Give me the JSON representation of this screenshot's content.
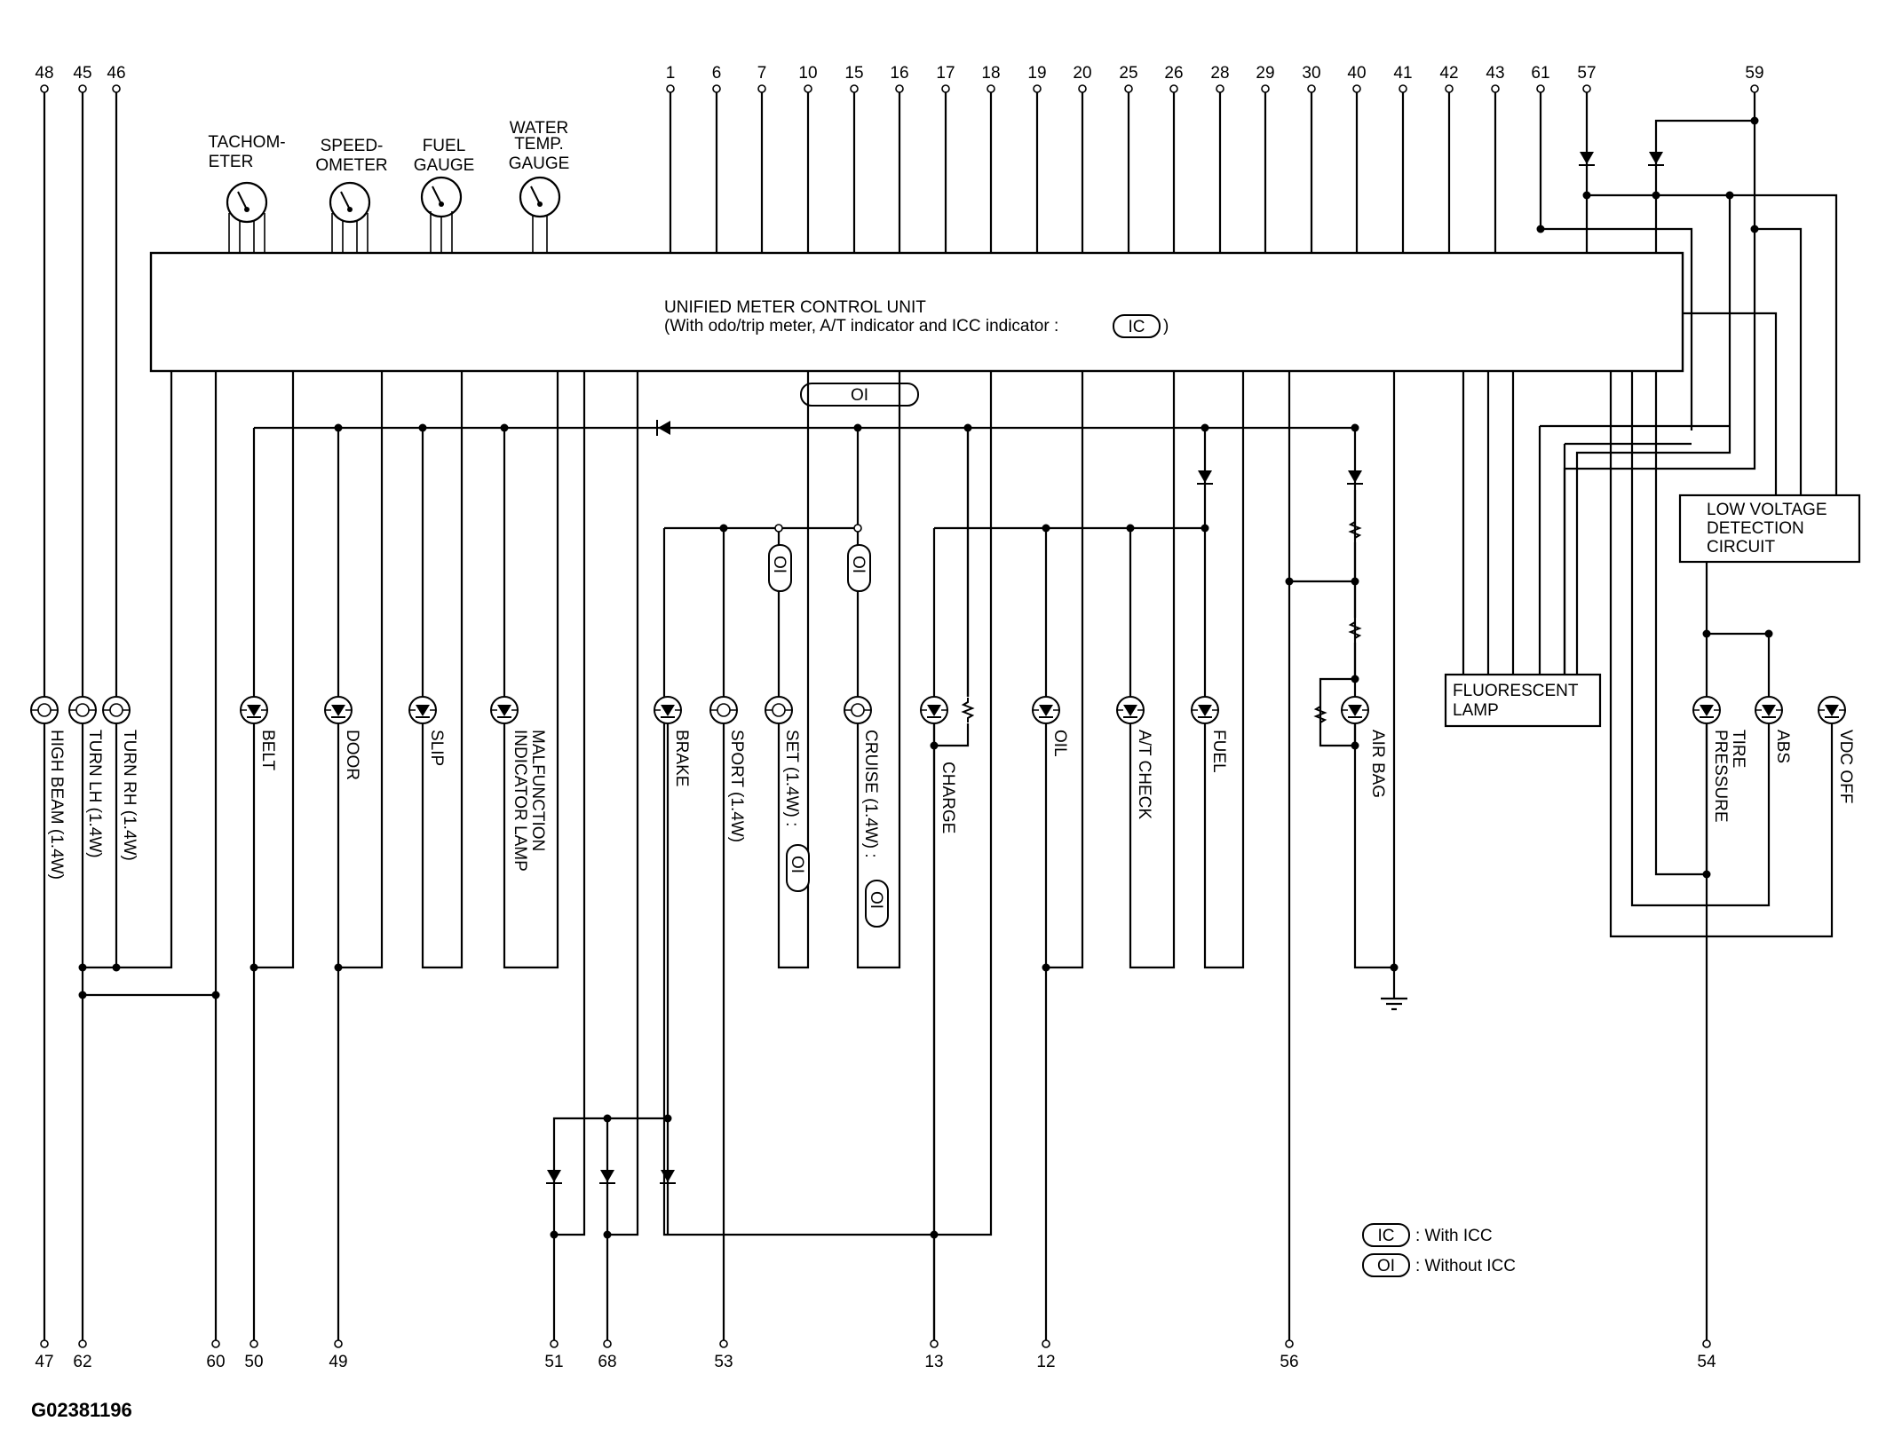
{
  "diagram_code": "G02381196",
  "control_unit": {
    "title": "UNIFIED METER CONTROL UNIT",
    "subtitle": "(With odo/trip meter, A/T indicator and ICC indicator : ",
    "subtitle_badge": "IC",
    "subtitle_end": ")"
  },
  "badges": {
    "ic": "IC",
    "oi": "OI"
  },
  "legend": [
    {
      "badge": "IC",
      "text": ": With ICC"
    },
    {
      "badge": "OI",
      "text": ": Without ICC"
    }
  ],
  "gauges": [
    {
      "line1": "TACHOM-",
      "line2": "ETER",
      "line3": ""
    },
    {
      "line1": "SPEED-",
      "line2": "OMETER",
      "line3": ""
    },
    {
      "line1": "FUEL",
      "line2": "GAUGE",
      "line3": ""
    },
    {
      "line1": "WATER",
      "line2": "TEMP.",
      "line3": "GAUGE"
    }
  ],
  "top_pins": [
    "48",
    "45",
    "46",
    "1",
    "6",
    "7",
    "10",
    "15",
    "16",
    "17",
    "18",
    "19",
    "20",
    "25",
    "26",
    "28",
    "29",
    "30",
    "40",
    "41",
    "42",
    "43",
    "61",
    "57",
    "59"
  ],
  "bottom_pins": [
    "47",
    "62",
    "60",
    "50",
    "49",
    "51",
    "68",
    "53",
    "13",
    "12",
    "56",
    "54"
  ],
  "lamps": [
    {
      "label": "HIGH BEAM (1.4W)",
      "label2": ""
    },
    {
      "label": "TURN LH (1.4W)",
      "label2": ""
    },
    {
      "label": "TURN RH (1.4W)",
      "label2": ""
    },
    {
      "label": "BELT",
      "label2": ""
    },
    {
      "label": "DOOR",
      "label2": ""
    },
    {
      "label": "SLIP",
      "label2": ""
    },
    {
      "label": "MALFUNCTION",
      "label2": "INDICATOR LAMP"
    },
    {
      "label": "BRAKE",
      "label2": ""
    },
    {
      "label": "SPORT (1.4W)",
      "label2": ""
    },
    {
      "label": "SET (1.4W) :",
      "label2": "",
      "badge": "OI"
    },
    {
      "label": "CRUISE (1.4W) :",
      "label2": "",
      "badge": "OI"
    },
    {
      "label": "CHARGE",
      "label2": ""
    },
    {
      "label": "OIL",
      "label2": ""
    },
    {
      "label": "A/T CHECK",
      "label2": ""
    },
    {
      "label": "FUEL",
      "label2": ""
    },
    {
      "label": "AIR BAG",
      "label2": ""
    },
    {
      "label": "TIRE",
      "label2": "PRESSURE"
    },
    {
      "label": "ABS",
      "label2": ""
    },
    {
      "label": "VDC OFF",
      "label2": ""
    }
  ],
  "boxes": {
    "fluorescent": {
      "line1": "FLUORESCENT",
      "line2": "LAMP"
    },
    "low_voltage": {
      "line1": "LOW VOLTAGE",
      "line2": "DETECTION",
      "line3": "CIRCUIT"
    }
  }
}
